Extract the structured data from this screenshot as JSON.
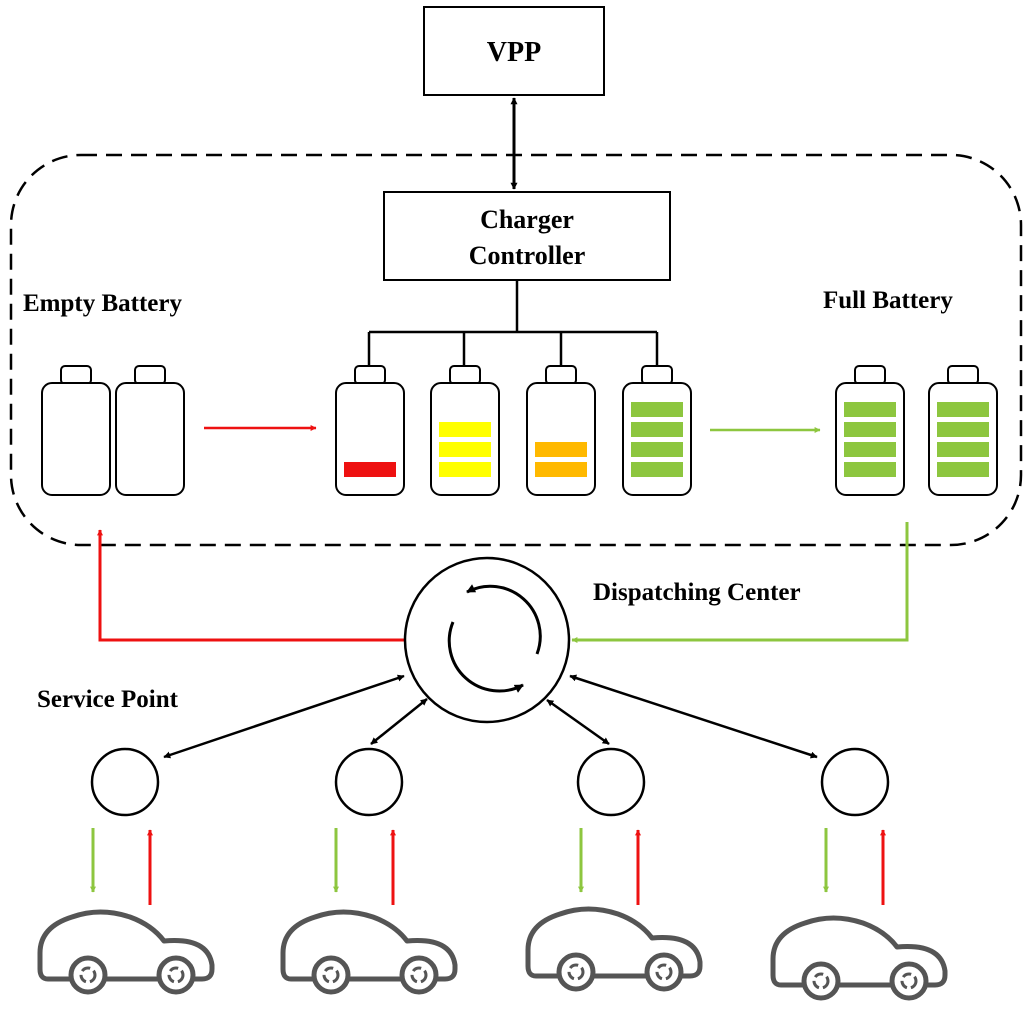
{
  "labels": {
    "vpp": "VPP",
    "charger_line1": "Charger",
    "charger_line2": "Controller",
    "empty_battery": "Empty Battery",
    "full_battery": "Full Battery",
    "dispatching_center": "Dispatching Center",
    "service_point": "Service Point"
  },
  "colors": {
    "red": "#ee1111",
    "green": "#8dc63f",
    "yellow": "#ffff00",
    "orange": "#ffb900",
    "car_gray": "#555555",
    "black": "#000000"
  },
  "charging_batteries": [
    {
      "state": "low",
      "bars": 1,
      "color": "red"
    },
    {
      "state": "half",
      "bars": 3,
      "color": "yellow"
    },
    {
      "state": "partial",
      "bars": 2,
      "color": "orange"
    },
    {
      "state": "full",
      "bars": 4,
      "color": "green"
    }
  ],
  "empty_battery_count": 2,
  "full_battery_count": 2,
  "service_point_count": 4,
  "car_count": 4
}
